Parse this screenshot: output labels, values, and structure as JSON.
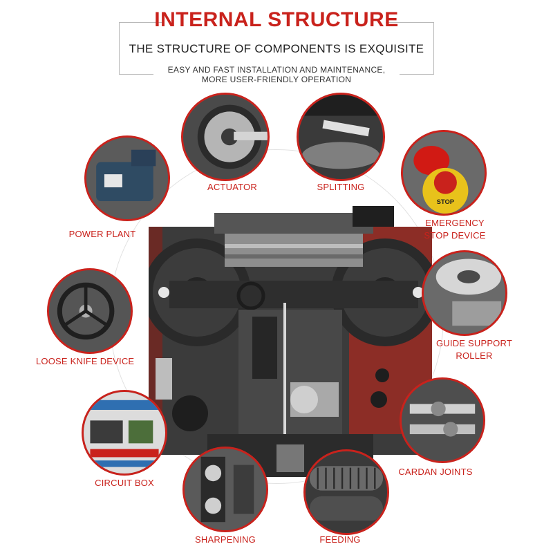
{
  "header": {
    "title": "INTERNAL STRUCTURE",
    "subtitle": "THE STRUCTURE OF COMPONENTS IS EXQUISITE",
    "tagline_line1": "EASY AND FAST INSTALLATION AND MAINTENANCE,",
    "tagline_line2": "MORE USER-FRIENDLY OPERATION"
  },
  "colors": {
    "accent": "#c9221c",
    "text": "#222222"
  },
  "components": {
    "actuator": "ACTUATOR",
    "splitting": "SPLITTING",
    "power_plant": "POWER PLANT",
    "emergency_line1": "EMERGENCY",
    "emergency_line2": "STOP DEVICE",
    "emergency_button_text": "STOP",
    "loose_knife": "LOOSE KNIFE DEVICE",
    "guide_line1": "GUIDE SUPPORT",
    "guide_line2": "ROLLER",
    "circuit_box": "CIRCUIT BOX",
    "cardan": "CARDAN JOINTS",
    "sharpening": "SHARPENING",
    "feeding": "FEEDING"
  }
}
